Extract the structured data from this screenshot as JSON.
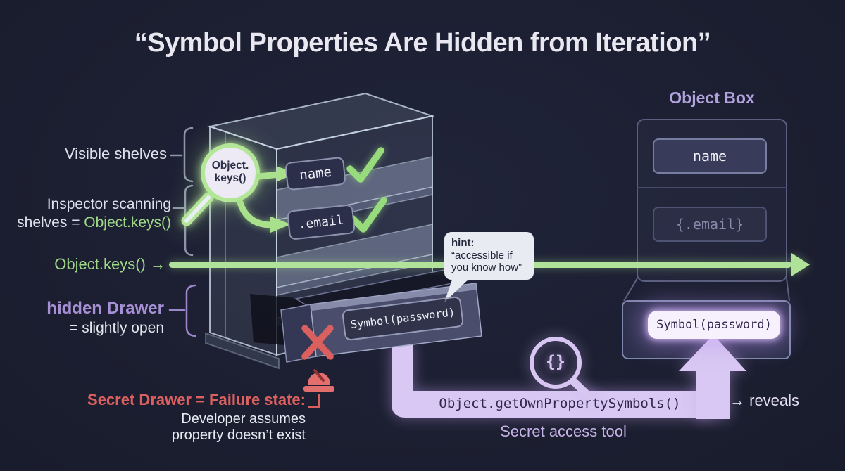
{
  "title": "“Symbol Properties Are Hidden from Iteration”",
  "left_labels": {
    "visible_shelves": "Visible shelves",
    "inspector_line1": "Inspector scanning",
    "inspector_prefix": "shelves = ",
    "inspector_code": "Object.keys()",
    "keys_arrow_label": "Object.keys() →",
    "hidden_drawer": "hidden Drawer",
    "slightly_open": "= slightly open"
  },
  "failure_note": {
    "line1": "Secret Drawer = Failure state:",
    "line2": "Developer assumes",
    "line3": "property doesn’t exist"
  },
  "cabinet": {
    "magnifier_line1": "Object.",
    "magnifier_line2": "keys()",
    "shelf_tag_1": "name",
    "shelf_tag_2": ".email",
    "drawer_plate": "Symbol(password)"
  },
  "hint_bubble": {
    "heading": "hint:",
    "line1": "“accessible if",
    "line2": "you know how”"
  },
  "object_box": {
    "title": "Object Box",
    "cell_1": "name",
    "cell_2": "{.email}",
    "drawer_value": "Symbol(password)",
    "reveals_label": "→ reveals"
  },
  "secret_tool": {
    "code": "Object.getOwnPropertySymbols()",
    "caption": "Secret access tool",
    "glyph": "{}"
  },
  "colors": {
    "background": "#1c1f31",
    "green": "#a9e08c",
    "lavender": "#d9c8f3",
    "purple_label": "#a78fd6",
    "red": "#dc6060"
  }
}
